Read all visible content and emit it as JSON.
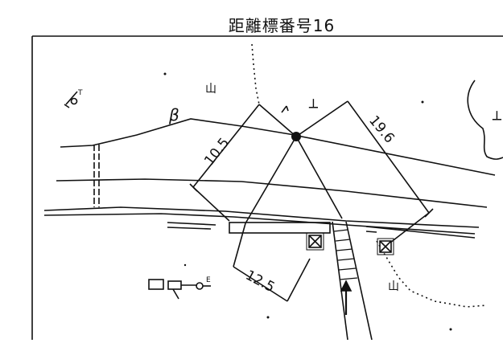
{
  "title": "距離標番号16",
  "measurements": {
    "left": "10.5",
    "right": "19.6",
    "bottom": "12.5"
  },
  "symbols": {
    "bench_mark": "┴",
    "bench_mark_right": "┴",
    "mountain_left": "山",
    "mountain_right": "山",
    "beta": "β",
    "t_mark": "T",
    "e_mark": "E"
  },
  "icons": [
    "survey-point-icon",
    "building-icon",
    "arrow-up-icon",
    "north-arrow-icon"
  ]
}
